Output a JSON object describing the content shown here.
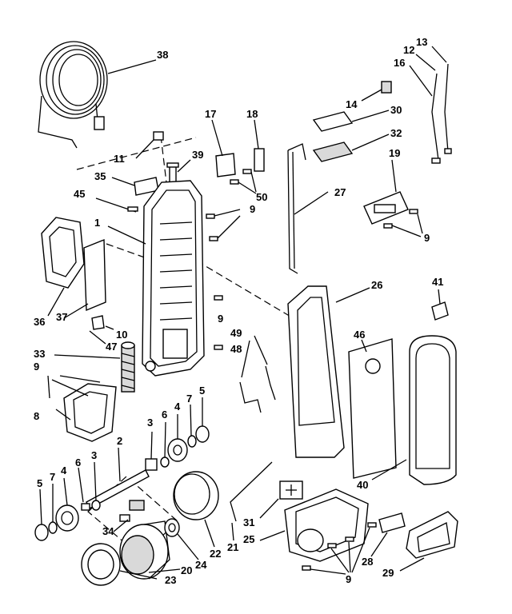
{
  "callouts": {
    "c1": "1",
    "c2": "2",
    "c3a": "3",
    "c3b": "3",
    "c4a": "4",
    "c4b": "4",
    "c5a": "5",
    "c5b": "5",
    "c6a": "6",
    "c6b": "6",
    "c7a": "7",
    "c7b": "7",
    "c8": "8",
    "c9a": "9",
    "c9b": "9",
    "c9c": "9",
    "c9d": "9",
    "c9e": "9",
    "c10": "10",
    "c11": "11",
    "c12": "12",
    "c13": "13",
    "c14": "14",
    "c16": "16",
    "c17": "17",
    "c18": "18",
    "c19": "19",
    "c20": "20",
    "c21": "21",
    "c22": "22",
    "c23": "23",
    "c24": "24",
    "c25": "25",
    "c26": "26",
    "c27": "27",
    "c28": "28",
    "c29": "29",
    "c30": "30",
    "c31": "31",
    "c32": "32",
    "c33": "33",
    "c34": "34",
    "c35": "35",
    "c36": "36",
    "c37": "37",
    "c38": "38",
    "c39": "39",
    "c40": "40",
    "c41": "41",
    "c45": "45",
    "c46": "46",
    "c47": "47",
    "c48": "48",
    "c49": "49",
    "c50": "50"
  }
}
